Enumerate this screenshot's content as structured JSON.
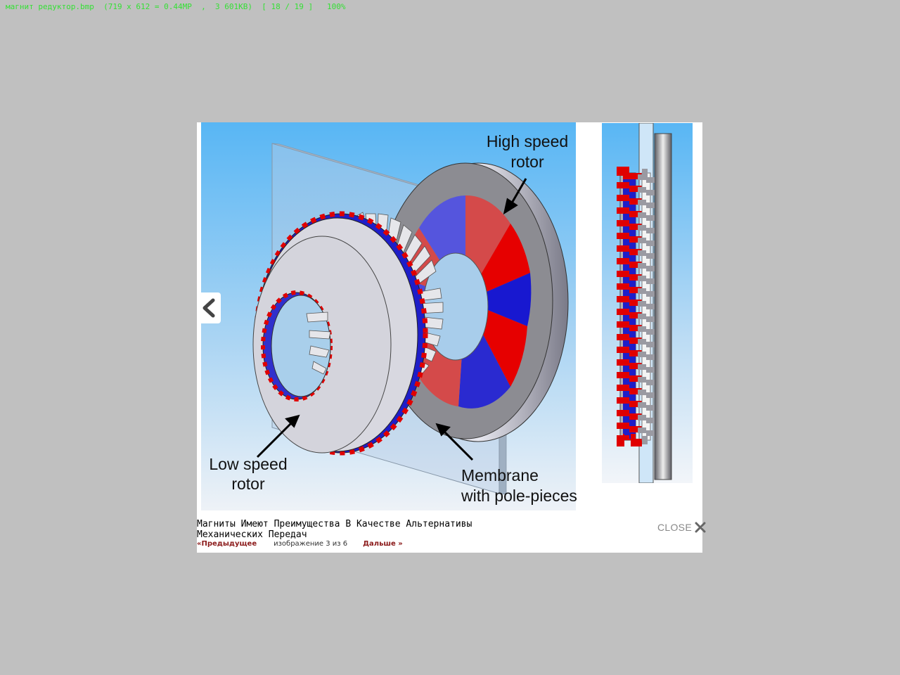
{
  "viewer": {
    "status_line": "магнит редуктор.bmp  (719 x 612 = 0.44MP  ,  3 601KB)  [ 18 / 19 ]   100%"
  },
  "diagram": {
    "labels": {
      "high_speed_line1": "High speed",
      "high_speed_line2": "rotor",
      "low_speed_line1": "Low speed",
      "low_speed_line2": "rotor",
      "membrane_line1": "Membrane",
      "membrane_line2": "with pole-pieces"
    },
    "colors": {
      "sky_top": "#5ab8f5",
      "sky_bottom": "#e6eef7",
      "magnet_red": "#e60000",
      "magnet_blue": "#2020d8",
      "rotor_grey": "#8a8a8e",
      "disc_light": "#d4d4dc"
    }
  },
  "caption": {
    "line1": "Магниты Имеют Преимущества В Качестве Альтернативы",
    "line2": "Механических Передач"
  },
  "nav": {
    "prev_label": "«Предыдущее",
    "counter": "изображение 3 из 6",
    "next_label": "Дальше »"
  },
  "close": {
    "label": "CLOSE",
    "icon": "close-icon"
  },
  "prev_arrow_icon": "chevron-left-icon"
}
